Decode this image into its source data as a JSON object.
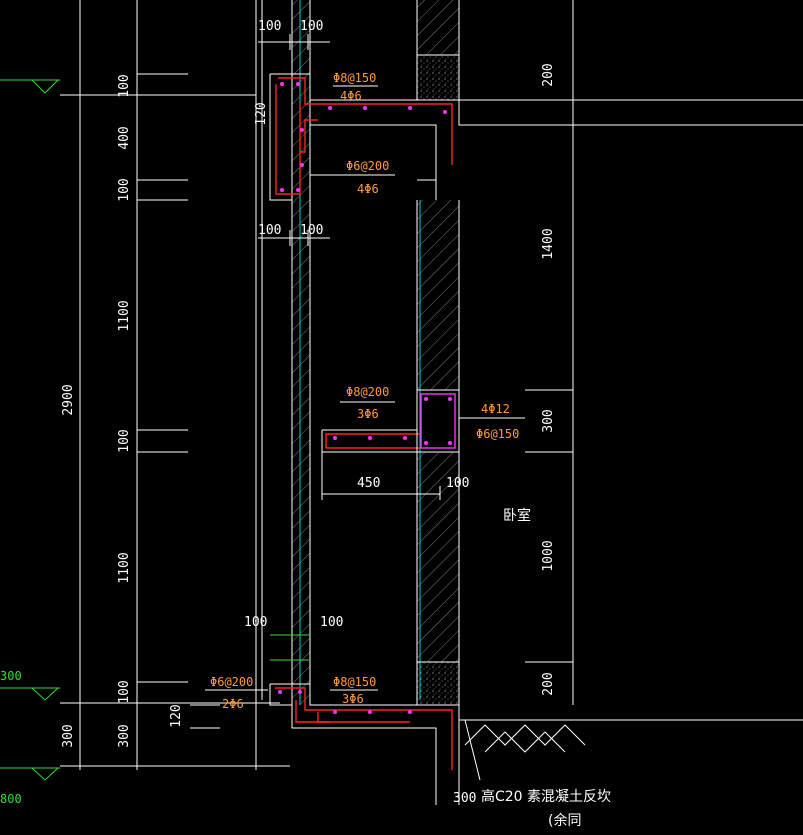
{
  "drawing": {
    "vertical_dims": [
      "100",
      "400",
      "100",
      "1100",
      "100",
      "1100",
      "100",
      "300"
    ],
    "outer_dims": [
      "2900",
      "300"
    ],
    "right_dims": [
      "200",
      "1400",
      "300",
      "1000",
      "200"
    ],
    "top_dims": [
      "100",
      "100"
    ],
    "mid_dims": [
      "100",
      "100"
    ],
    "lower_dims": [
      "100",
      "100"
    ],
    "beam_dims": [
      "450",
      "100"
    ],
    "small_dims": [
      "120",
      "120"
    ],
    "bottom_dim": "300",
    "rebar_labels": {
      "top_1": "Φ8@150",
      "top_2": "4Φ6",
      "top_3": "Φ6@200",
      "top_4": "4Φ6",
      "mid_1": "Φ8@200",
      "mid_2": "3Φ6",
      "col_1": "4Φ12",
      "col_2": "Φ6@150",
      "bot_1": "Φ6@200",
      "bot_2": "2Φ6",
      "bot_3": "Φ8@150",
      "bot_4": "3Φ6"
    },
    "room_label": "卧室",
    "note_line1": "高C20  素混凝土反坎",
    "note_line2": "(余同",
    "level_labels": [
      "300",
      "800"
    ]
  }
}
